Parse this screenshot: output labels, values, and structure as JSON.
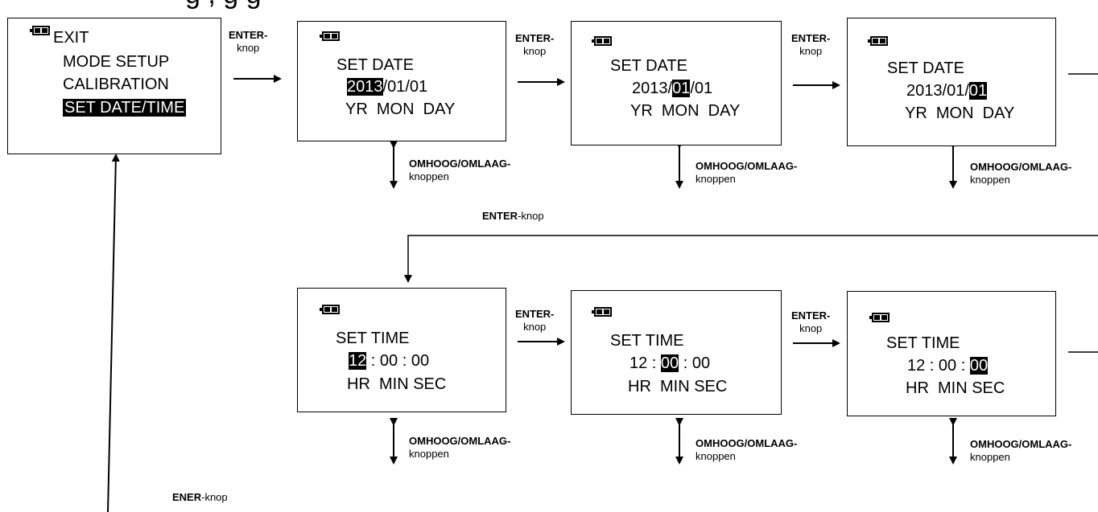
{
  "header_fragment": "g , g g",
  "menu": {
    "items": [
      "EXIT",
      "MODE SETUP",
      "CALIBRATION",
      "SET DATE/TIME"
    ]
  },
  "date": {
    "title": "SET DATE",
    "year": "2013",
    "month": "01",
    "day": "01",
    "sep": "/",
    "units": "YR  MON  DAY"
  },
  "time": {
    "title": "SET TIME",
    "hour": "12",
    "minute": "00",
    "second": "00",
    "sep": " : ",
    "units": "HR  MIN SEC"
  },
  "labels": {
    "enter_bold": "ENTER-",
    "enter_rest": "knop",
    "enter_inline": "-knop",
    "updown_bold": "OMHOOG/OMLAAG-",
    "updown_rest": "knoppen",
    "ener_bold": "ENER",
    "ener_rest": "-knop"
  }
}
